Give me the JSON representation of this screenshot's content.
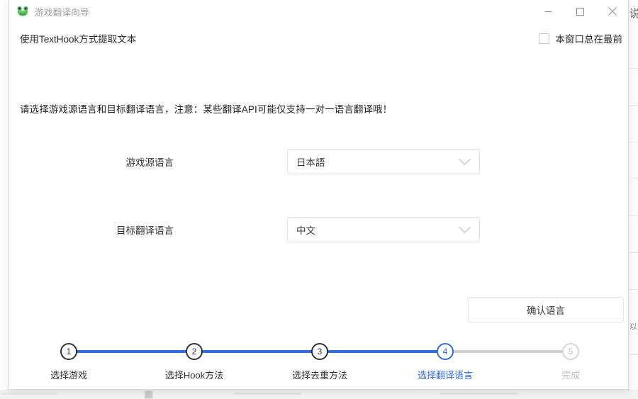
{
  "window": {
    "title": "游戏翻译向导",
    "app_icon": "frog-icon",
    "controls": {
      "minimize": "minimize-icon",
      "maximize": "maximize-icon",
      "close": "close-icon"
    }
  },
  "header": {
    "hook_mode_text": "使用TextHook方式提取文本",
    "always_on_top_label": "本窗口总在最前",
    "always_on_top_checked": false
  },
  "main": {
    "instructions": "请选择游戏源语言和目标翻译语言，注意：某些翻译API可能仅支持一对一语言翻译哦！",
    "fields": [
      {
        "label": "游戏源语言",
        "value": "日本語",
        "name": "source-language-select"
      },
      {
        "label": "目标翻译语言",
        "value": "中文",
        "name": "target-language-select"
      }
    ],
    "confirm_button": "确认语言"
  },
  "stepper": {
    "current_step": 4,
    "steps": [
      {
        "number": "1",
        "label": "选择游戏",
        "state": "done"
      },
      {
        "number": "2",
        "label": "选择Hook方法",
        "state": "done"
      },
      {
        "number": "3",
        "label": "选择去重方法",
        "state": "done"
      },
      {
        "number": "4",
        "label": "选择翻译语言",
        "state": "active"
      },
      {
        "number": "5",
        "label": "完成",
        "state": "pending"
      }
    ]
  },
  "background": {
    "fragment_top": "说",
    "fragment_mid": "以"
  },
  "colors": {
    "accent": "#2f6bdd",
    "step_done": "#303133",
    "step_pending": "#bfbfbf",
    "text": "#2b2b2b",
    "border": "#dcdfe6"
  }
}
